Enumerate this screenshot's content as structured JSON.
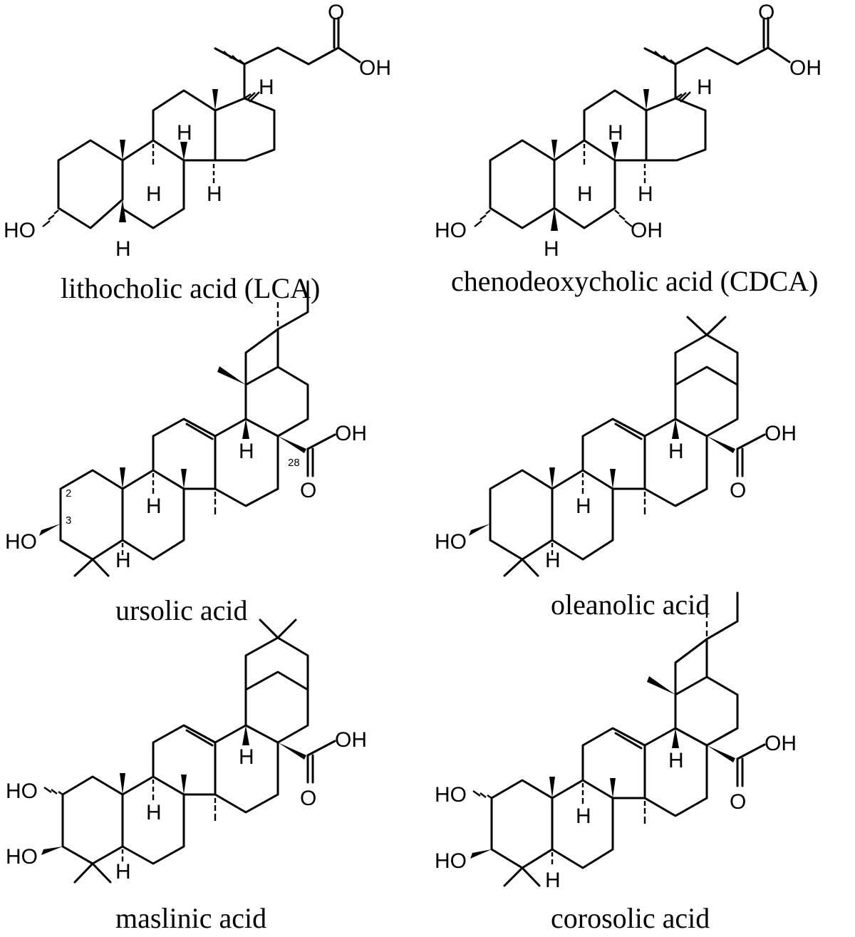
{
  "figure": {
    "panels": [
      {
        "id": "lca",
        "name": "lithocholic acid (LCA)",
        "atom_labels": [
          "OH",
          "O",
          "H",
          "H",
          "H",
          "H",
          "HO",
          "H"
        ]
      },
      {
        "id": "cdca",
        "name": "chenodeoxycholic acid (CDCA)",
        "atom_labels": [
          "OH",
          "O",
          "H",
          "H",
          "H",
          "H",
          "HO",
          "OH",
          "H"
        ]
      },
      {
        "id": "ursolic",
        "name": "ursolic acid",
        "atom_labels": [
          "OH",
          "O",
          "H",
          "H",
          "HO",
          "H"
        ],
        "position_numbers": [
          "2",
          "3",
          "28"
        ]
      },
      {
        "id": "oleanolic",
        "name": "oleanolic acid",
        "atom_labels": [
          "OH",
          "O",
          "H",
          "H",
          "HO",
          "H"
        ]
      },
      {
        "id": "maslinic",
        "name": "maslinic acid",
        "atom_labels": [
          "OH",
          "O",
          "H",
          "H",
          "HO",
          "HO",
          "H"
        ]
      },
      {
        "id": "corosolic",
        "name": "corosolic acid",
        "atom_labels": [
          "OH",
          "O",
          "H",
          "H",
          "HO",
          "HO",
          "H"
        ]
      }
    ]
  },
  "colors": {
    "ink": "#000000",
    "background": "#ffffff"
  }
}
